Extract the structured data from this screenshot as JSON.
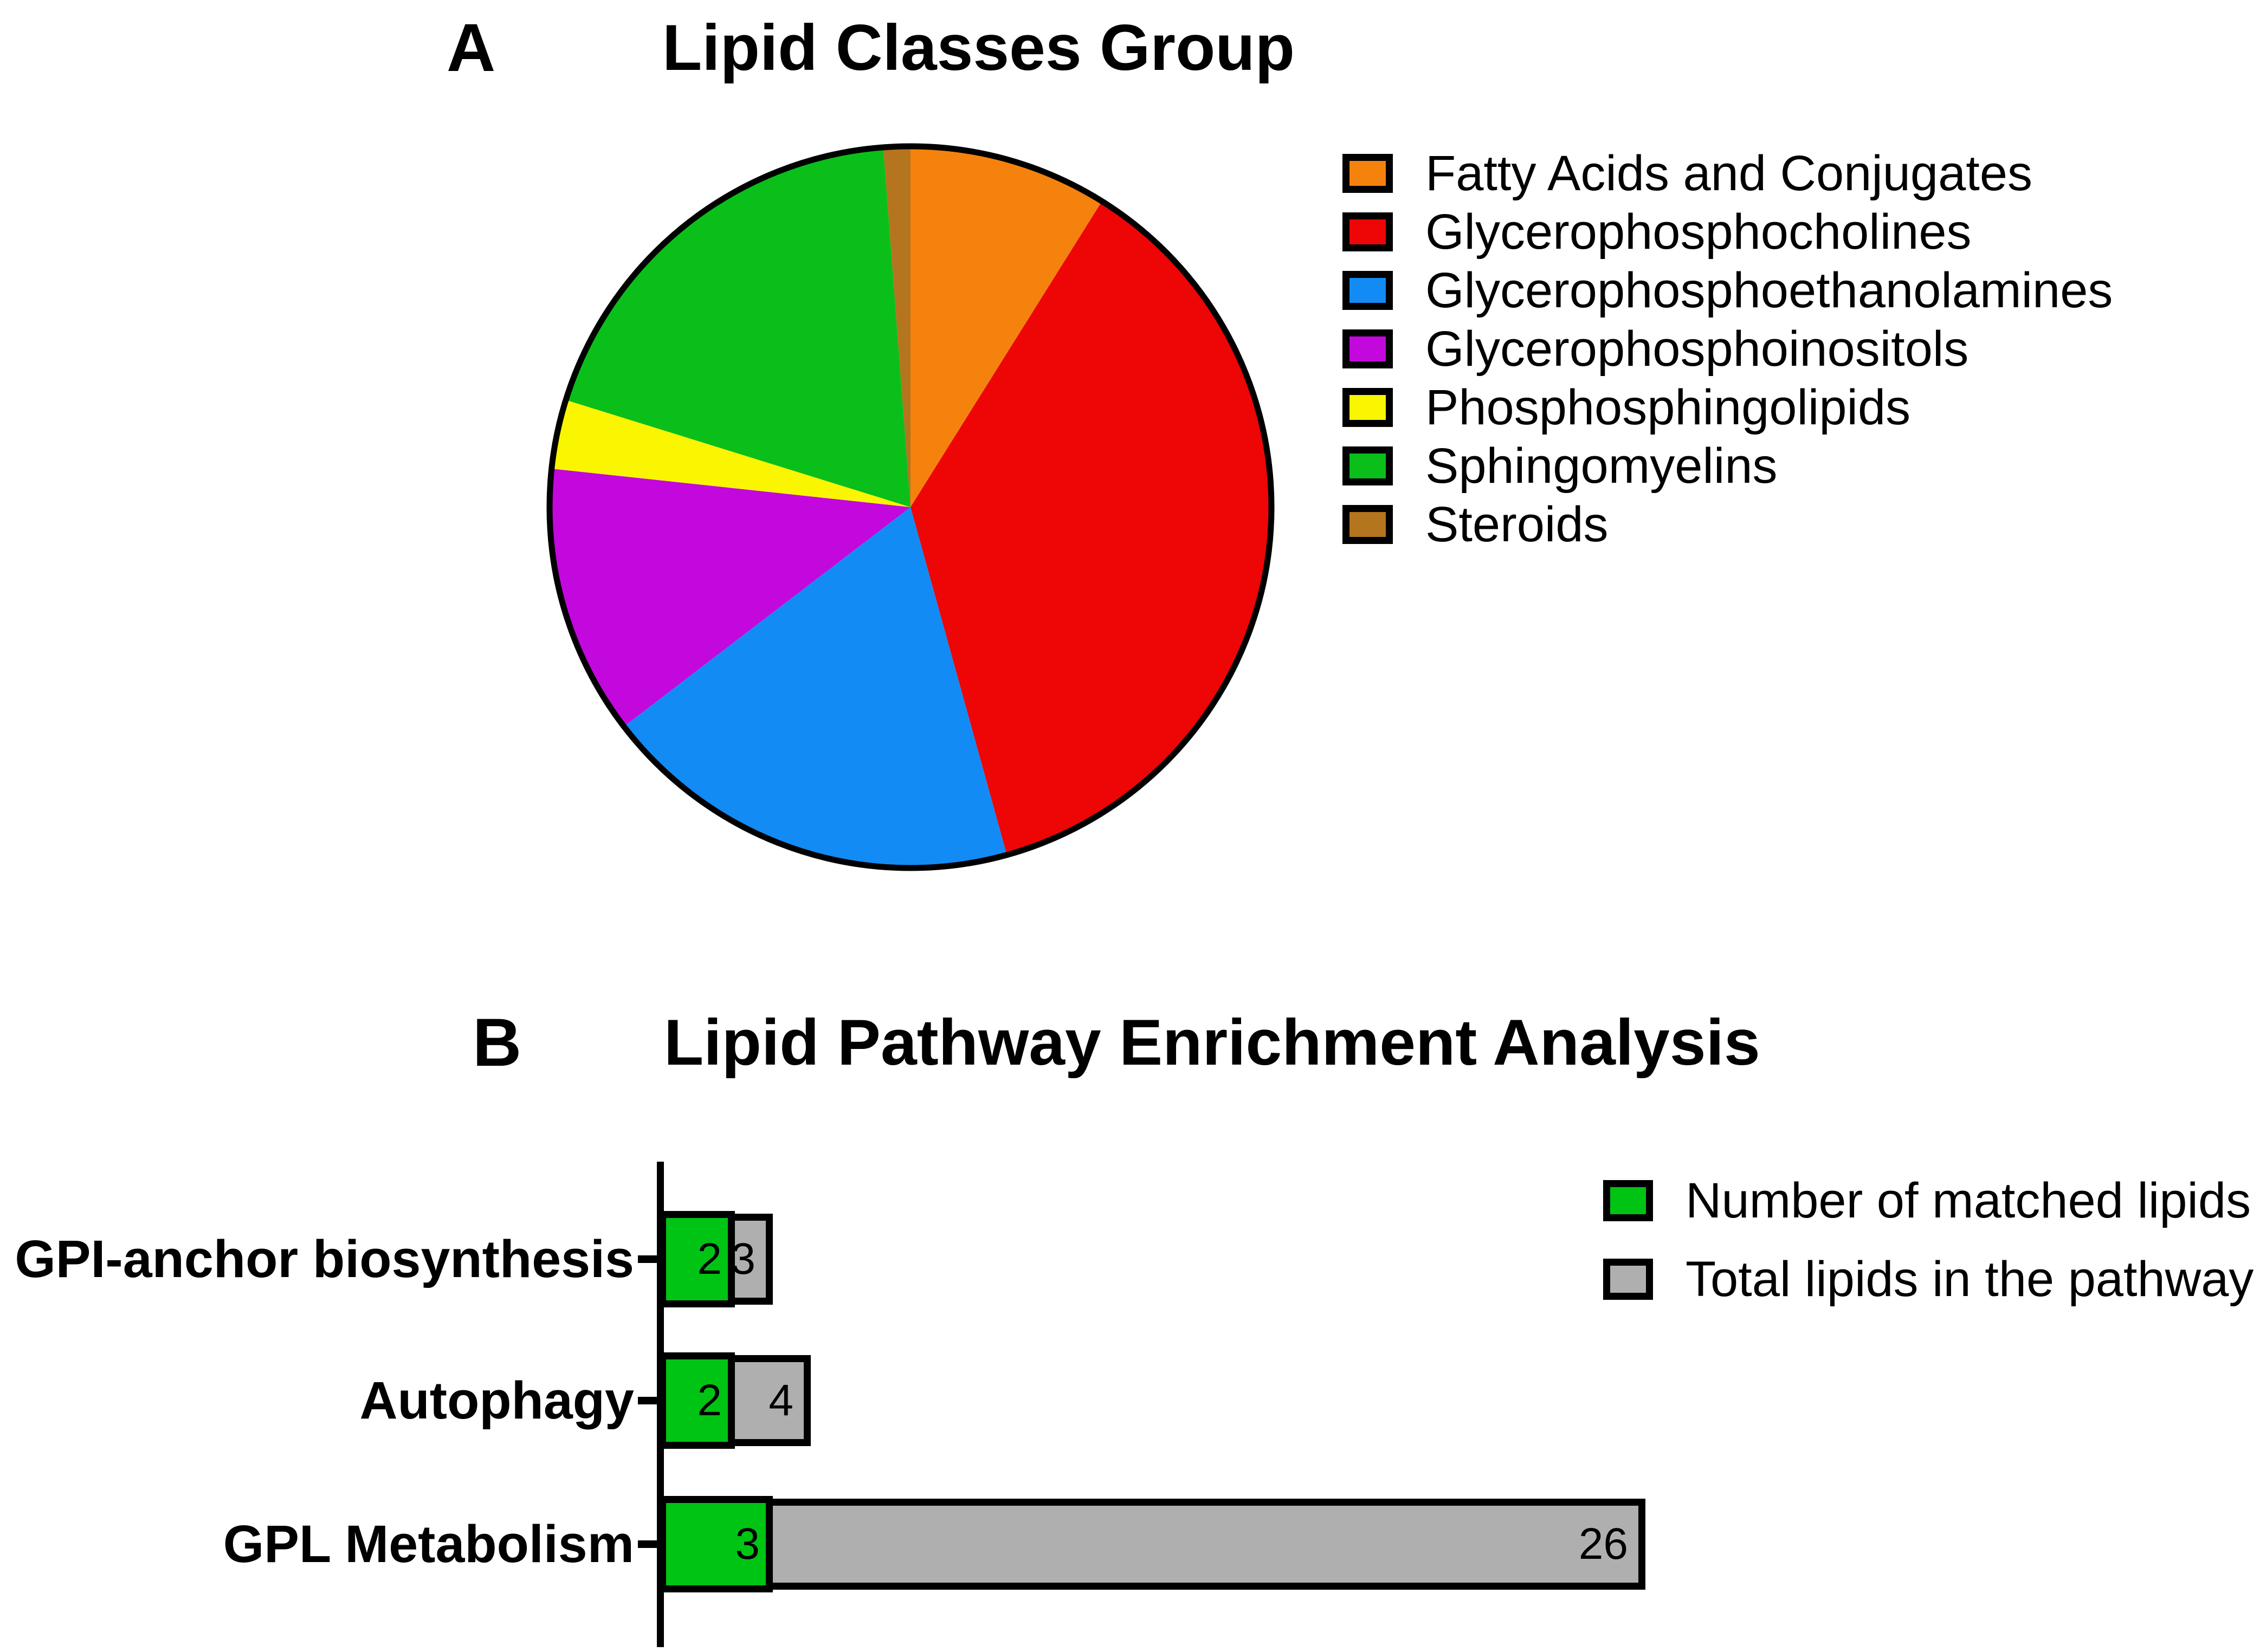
{
  "figure": {
    "background": "#FFFFFF"
  },
  "chart_data": [
    {
      "id": "lipid_classes_pie",
      "panel_label": "A",
      "type": "pie",
      "title": "Lipid Classes Group",
      "legend_position": "right",
      "start_angle_deg": 0,
      "direction": "clockwise",
      "outline_color": "#000000",
      "slices": [
        {
          "label": "Fatty Acids and Conjugates",
          "color": "#F5820D",
          "percent": 8.9
        },
        {
          "label": "Glycerophosphocholines",
          "color": "#EE0505",
          "percent": 36.8
        },
        {
          "label": "Glycerophosphoethanolamines",
          "color": "#128BF5",
          "percent": 18.9
        },
        {
          "label": "Glycerophosphoinositols",
          "color": "#C208DC",
          "percent": 12.1
        },
        {
          "label": "Phosphosphingolipids",
          "color": "#FAF500",
          "percent": 3.1
        },
        {
          "label": "Sphingomyelins",
          "color": "#0ABF1A",
          "percent": 19.0
        },
        {
          "label": "Steroids",
          "color": "#B4751E",
          "percent": 1.2
        }
      ]
    },
    {
      "id": "lipid_pathway_bar",
      "panel_label": "B",
      "type": "bar",
      "title": "Lipid Pathway Enrichment Analysis",
      "orientation": "horizontal",
      "value_labels": true,
      "xlim": [
        0,
        26
      ],
      "grid": false,
      "legend_position": "top-right",
      "categories": [
        "GPI-anchor biosynthesis",
        "Autophagy",
        "GPL Metabolism"
      ],
      "series": [
        {
          "name": "Number of matched lipids",
          "color": "#00C414",
          "values": [
            2,
            2,
            3
          ]
        },
        {
          "name": "Total lipids in the pathway",
          "color": "#AFAFAF",
          "values": [
            3,
            4,
            26
          ]
        }
      ]
    }
  ]
}
